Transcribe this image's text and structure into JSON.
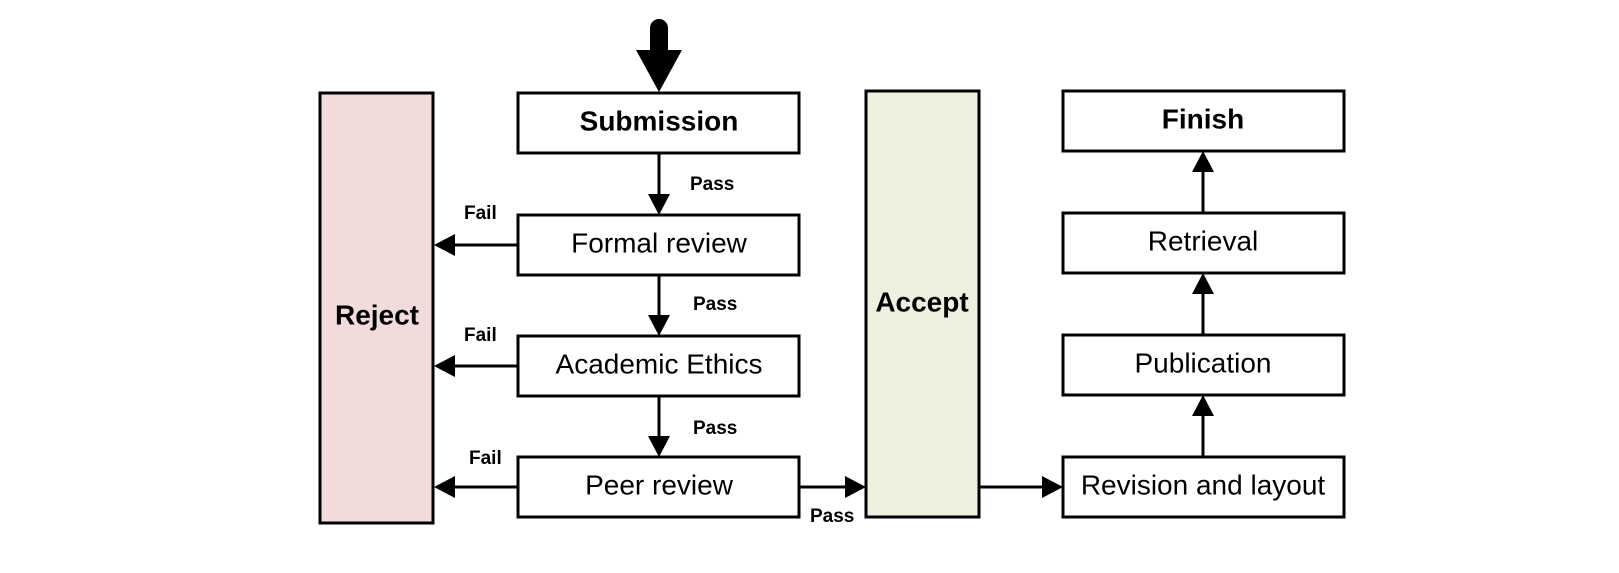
{
  "colors": {
    "reject_fill": "#f2dcdb",
    "accept_fill": "#ebf1de",
    "box_fill": "#ffffff",
    "stroke": "#000000"
  },
  "nodes": {
    "submission": "Submission",
    "formal_review": "Formal review",
    "academic_ethics": "Academic Ethics",
    "peer_review": "Peer review",
    "reject": "Reject",
    "accept": "Accept",
    "finish": "Finish",
    "retrieval": "Retrieval",
    "publication": "Publication",
    "revision_layout": "Revision and layout"
  },
  "edges": {
    "pass_1": "Pass",
    "pass_2": "Pass",
    "pass_3": "Pass",
    "pass_4": "Pass",
    "fail_1": "Fail",
    "fail_2": "Fail",
    "fail_3": "Fail"
  }
}
